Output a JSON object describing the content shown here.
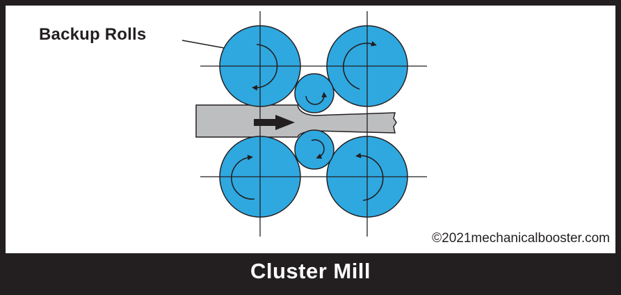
{
  "diagram": {
    "label": "Backup Rolls",
    "copyright": "©2021mechanicalbooster.com",
    "title": "Cluster Mill"
  },
  "colors": {
    "roll_fill": "#2fa8e0",
    "outline": "#231f20",
    "workpiece": "#bdbec0",
    "title_bar": "#231f20",
    "title_text": "#ffffff"
  }
}
